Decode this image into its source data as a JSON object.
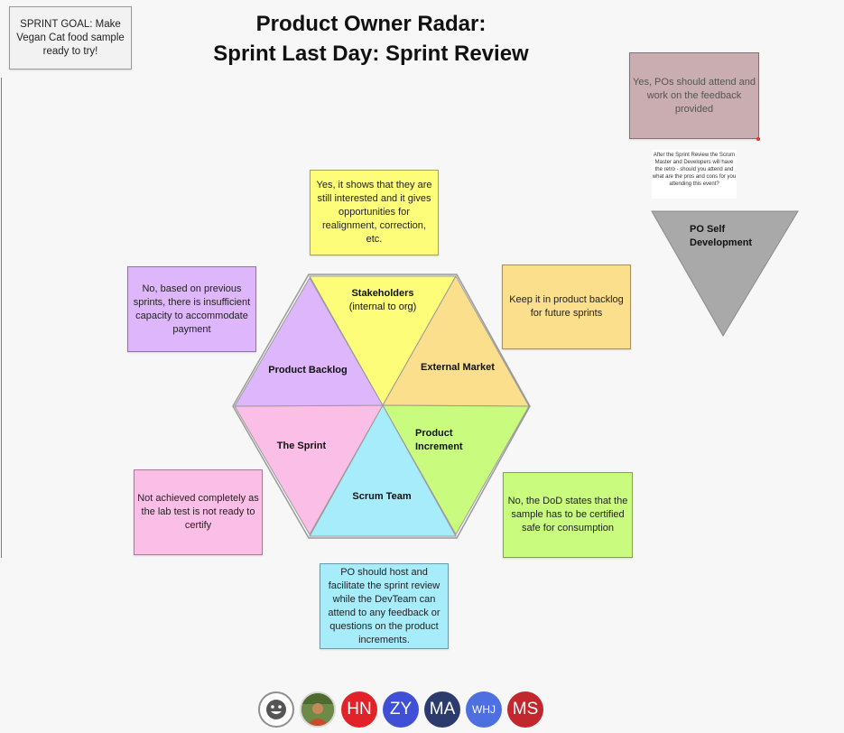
{
  "title": {
    "line1": "Product Owner Radar:",
    "line2": "Sprint Last Day: Sprint Review"
  },
  "sprint_goal": "SPRINT GOAL: Make Vegan Cat food sample ready to try!",
  "hexagon": {
    "stakeholders": "Stakeholders",
    "stakeholders_sub": "(internal to org)",
    "external_market": "External Market",
    "product_increment": "Product Increment",
    "scrum_team": "Scrum Team",
    "the_sprint": "The Sprint",
    "product_backlog": "Product Backlog"
  },
  "notes": {
    "stakeholders": "Yes, it shows that they are still interested and it gives opportunities for realignment, correction, etc.",
    "product_backlog": "No, based on previous sprints, there is insufficient capacity to accommodate payment",
    "external_market": "Keep it in product backlog for future sprints",
    "the_sprint": "Not achieved completely as the lab test is not ready to certify",
    "product_increment": "No, the DoD states that the sample has to be certified safe for consumption",
    "scrum_team": "PO should host and facilitate the sprint review while the DevTeam can attend to any feedback or questions on the product increments.",
    "po_attend": "Yes, POs should attend and work on the feedback provided",
    "retro_question": "After the Sprint Review the Scrum Master and Developers will have the retro - should you attend and what are the pros and cons for you attending this event?"
  },
  "po_self_development": "PO Self Development",
  "colors": {
    "stakeholders": "#fdfd7a",
    "external_market": "#fbdf8c",
    "product_increment": "#c9fb7f",
    "scrum_team": "#a6ecfb",
    "the_sprint": "#fbbfe7",
    "product_backlog": "#deb6fb",
    "po_attend": "#c9adb1",
    "po_self_development": "#a9a9a9"
  },
  "participants": [
    {
      "initials": "",
      "icon": "smiley-icon",
      "color": "#ffffff"
    },
    {
      "initials": "",
      "icon": "photo-avatar",
      "color": "#5f7a3c"
    },
    {
      "initials": "HN",
      "icon": "",
      "color": "#e12229"
    },
    {
      "initials": "ZY",
      "icon": "",
      "color": "#3f4fd6"
    },
    {
      "initials": "MA",
      "icon": "",
      "color": "#2c3b6e"
    },
    {
      "initials": "WHJ",
      "icon": "",
      "color": "#4e6fe0"
    },
    {
      "initials": "MS",
      "icon": "",
      "color": "#c1272d"
    }
  ]
}
